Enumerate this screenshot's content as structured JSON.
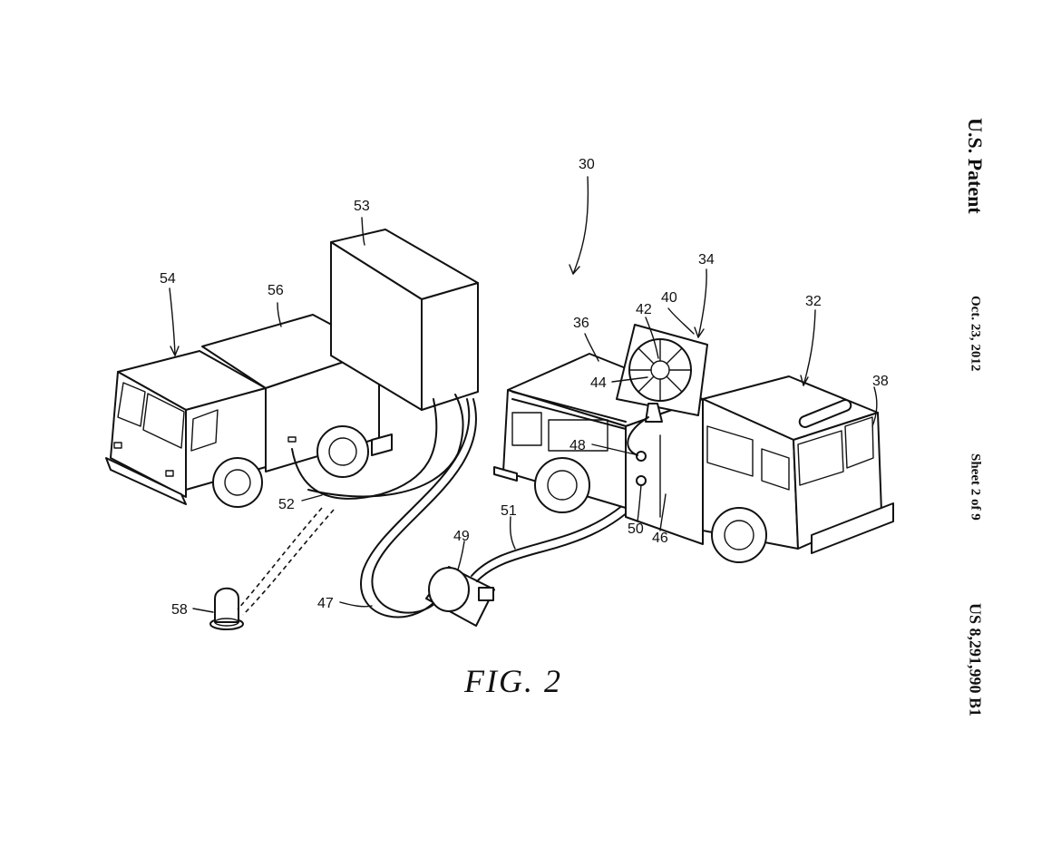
{
  "header": {
    "patent_label": "U.S. Patent",
    "date": "Oct. 23, 2012",
    "sheet": "Sheet 2 of 9",
    "patent_number": "US 8,291,990 B1"
  },
  "figure": {
    "caption": "FIG.  2",
    "reference_numerals": {
      "system": "30",
      "fire_truck": "32",
      "display_panel": "34",
      "truck_body": "36",
      "cab_light": "38",
      "frame": "40",
      "fan": "42",
      "hub": "44",
      "side_door": "46",
      "hose_to_pump": "47",
      "upper_port": "48",
      "pump": "49",
      "lower_port": "50",
      "outlet_hose": "51",
      "hose_pair": "52",
      "tank_box": "53",
      "tanker_cab": "54",
      "tanker_body": "56",
      "beacon": "58"
    }
  }
}
